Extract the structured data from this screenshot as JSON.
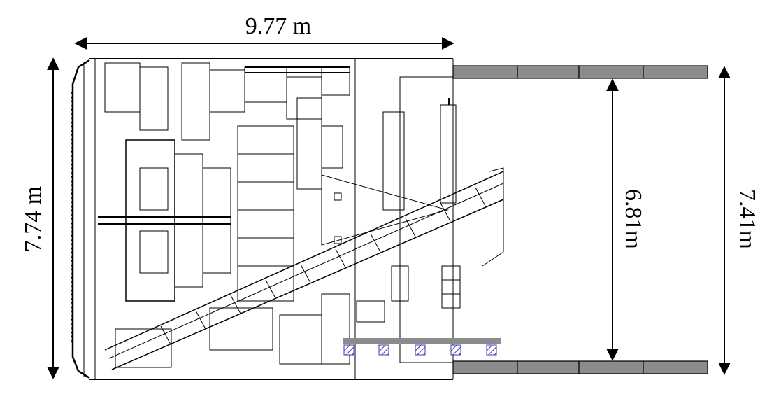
{
  "dimensions": {
    "machine_length": "9.77 m",
    "machine_height": "7.74 m",
    "tunnel_inner_diameter": "6.81m",
    "tunnel_outer_diameter": "7.41m"
  },
  "colors": {
    "lining_segment": "#8c8c8c",
    "support_bar": "#8c8c8c",
    "support_block_hatch": "#3b3bb5",
    "drawing_line": "#000000"
  },
  "components": {
    "lining_segments_per_ring_row": 4,
    "support_blocks": 5
  }
}
